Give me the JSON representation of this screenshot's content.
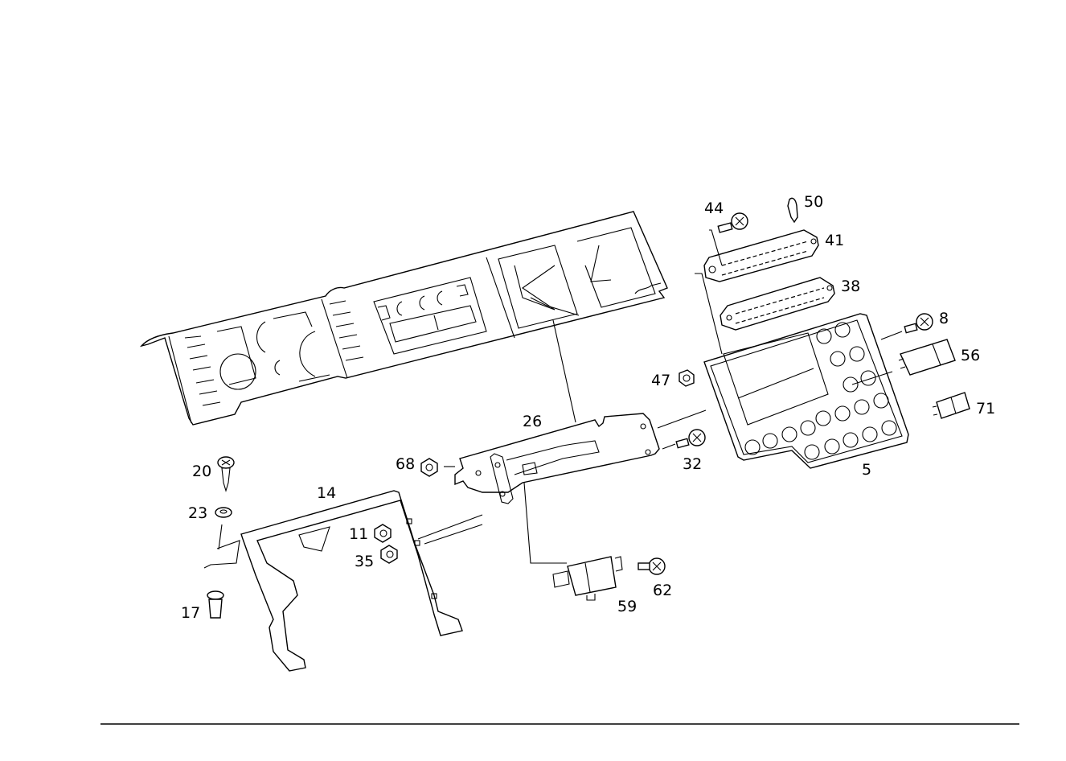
{
  "diagram": {
    "type": "exploded-parts-diagram",
    "line_color": "#000000",
    "background": "#ffffff",
    "callouts": {
      "p5": "5",
      "p8": "8",
      "p11": "11",
      "p14": "14",
      "p17": "17",
      "p20": "20",
      "p23": "23",
      "p26": "26",
      "p32": "32",
      "p35": "35",
      "p38": "38",
      "p41": "41",
      "p44": "44",
      "p47": "47",
      "p50": "50",
      "p56": "56",
      "p59": "59",
      "p62": "62",
      "p68": "68",
      "p71": "71"
    }
  }
}
